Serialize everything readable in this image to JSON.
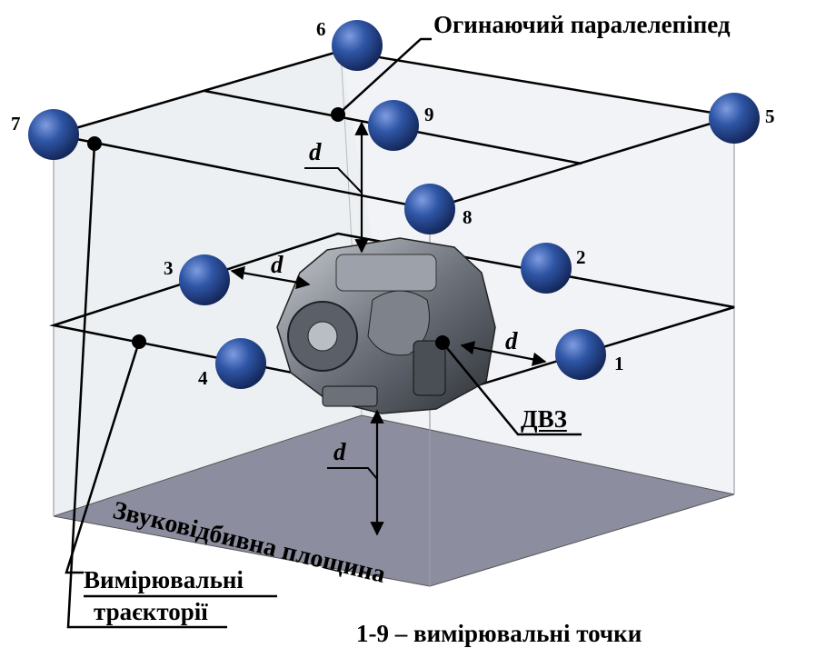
{
  "titles": {
    "envelope": "Огинаючий паралелепіпед",
    "engine": "ДВЗ",
    "plane": "Звуковідбивна площина",
    "trajectories_line1": "Вимірювальні",
    "trajectories_line2": "траєкторії",
    "points_caption": "1-9 – вимірювальні точки"
  },
  "distance_label": "d",
  "points": [
    {
      "id": "1",
      "label": "1"
    },
    {
      "id": "2",
      "label": "2"
    },
    {
      "id": "3",
      "label": "3"
    },
    {
      "id": "4",
      "label": "4"
    },
    {
      "id": "5",
      "label": "5"
    },
    {
      "id": "6",
      "label": "6"
    },
    {
      "id": "7",
      "label": "7"
    },
    {
      "id": "8",
      "label": "8"
    },
    {
      "id": "9",
      "label": "9"
    }
  ],
  "colors": {
    "sphere": "#2f56a6",
    "sphere_dark": "#14275a",
    "plane": "#8c8e9f",
    "box_fill": "#dfe3e8",
    "line": "#000000"
  }
}
